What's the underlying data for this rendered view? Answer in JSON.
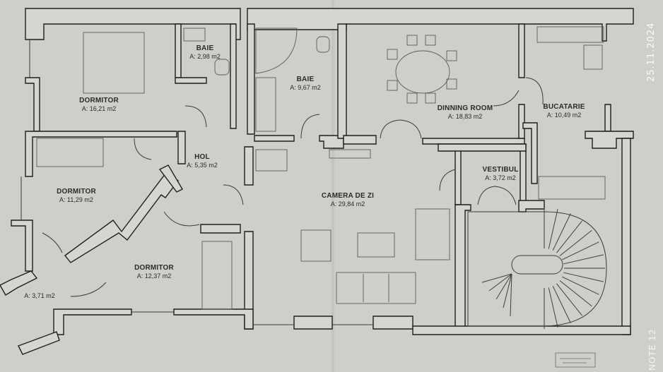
{
  "plan": {
    "rooms": [
      {
        "id": "dormitor-1",
        "name": "DORMITOR",
        "area": "A: 16,21 m2"
      },
      {
        "id": "baie-1",
        "name": "BAIE",
        "area": "A: 2,98 m2"
      },
      {
        "id": "baie-2",
        "name": "BAIE",
        "area": "A: 9,67 m2"
      },
      {
        "id": "dining",
        "name": "DINNING ROOM",
        "area": "A: 18,83 m2"
      },
      {
        "id": "bucatarie",
        "name": "BUCATARIE",
        "area": "A: 10,49 m2"
      },
      {
        "id": "hol",
        "name": "HOL",
        "area": "A: 5,35 m2"
      },
      {
        "id": "dormitor-2",
        "name": "DORMITOR",
        "area": "A: 11,29 m2"
      },
      {
        "id": "camera",
        "name": "CAMERA DE ZI",
        "area": "A: 29,84 m2"
      },
      {
        "id": "vestibul",
        "name": "VESTIBUL",
        "area": "A: 3,72 m2"
      },
      {
        "id": "dormitor-3",
        "name": "DORMITOR",
        "area": "A: 12,37 m2"
      },
      {
        "id": "balcon",
        "name": "",
        "area": "A: 3,71 m2"
      }
    ]
  },
  "overlay": {
    "date_stamp": "25.11.2024",
    "device_stamp": "NOTE 12"
  },
  "colors": {
    "paper": "#cfcfca",
    "wall_outline": "#1e1e1e",
    "wall_fill": "#d6d6d1",
    "furniture": "#5a5a5a"
  }
}
